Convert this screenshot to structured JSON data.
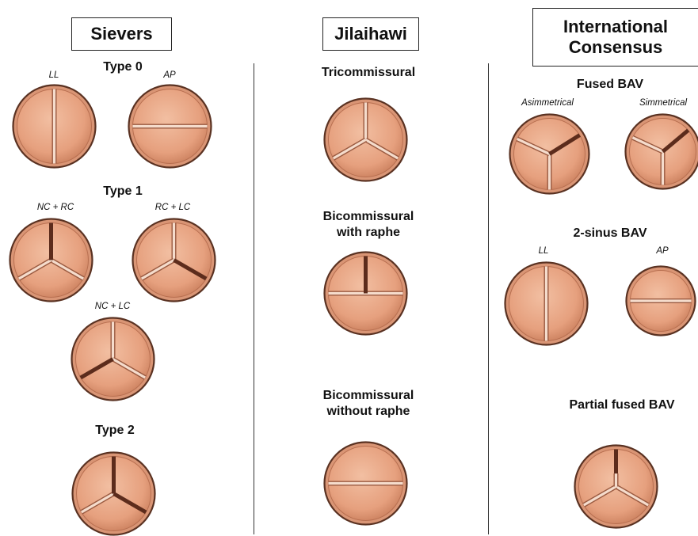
{
  "columns": {
    "sievers": {
      "title": "Sievers",
      "type0": {
        "label": "Type 0",
        "ll": "LL",
        "ap": "AP"
      },
      "type1": {
        "label": "Type 1",
        "nc_rc": "NC + RC",
        "rc_lc": "RC + LC",
        "nc_lc": "NC + LC"
      },
      "type2": {
        "label": "Type 2"
      }
    },
    "jilaihawi": {
      "title": "Jilaihawi",
      "tricommissural": "Tricommissural",
      "bicommissural_raphe": "Bicommissural\nwith raphe",
      "bicommissural_no_raphe": "Bicommissural\nwithout raphe"
    },
    "consensus": {
      "title": "International\nConsensus",
      "fused": {
        "label": "Fused BAV",
        "asym": "Asimmetrical",
        "sym": "Simmetrical"
      },
      "two_sinus": {
        "label": "2-sinus BAV",
        "ll": "LL",
        "ap": "AP"
      },
      "partial": {
        "label": "Partial fused BAV"
      }
    }
  },
  "colors": {
    "valve_fill": "#e6a07e",
    "valve_rim": "#5a3222",
    "commissure": "#f5dccc",
    "raphe": "#5c2c1c"
  }
}
